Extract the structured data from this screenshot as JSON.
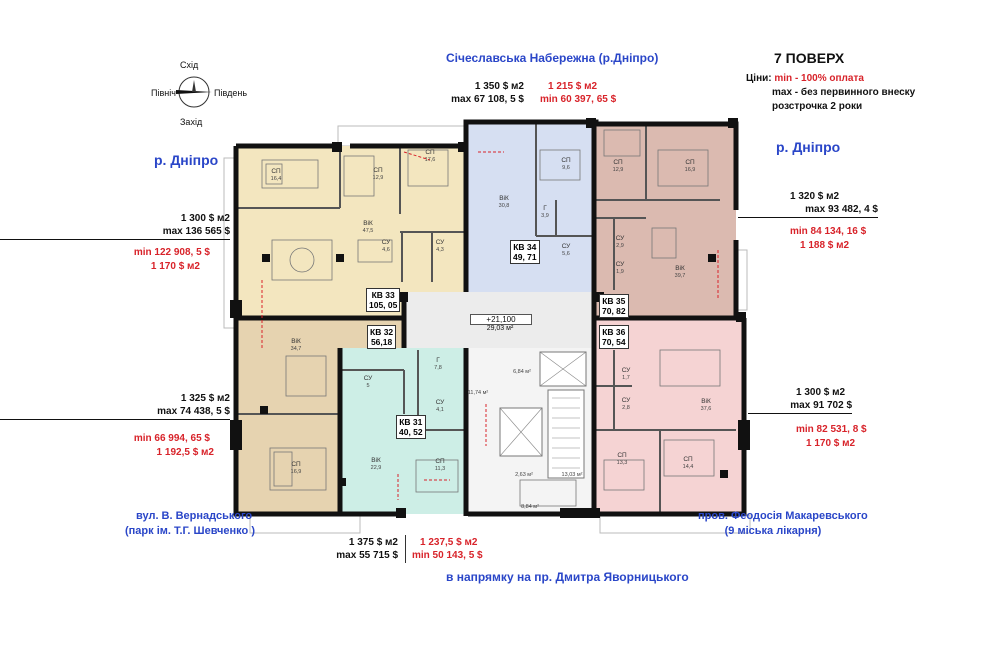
{
  "title": "7 ПОВЕРХ",
  "prices_note": {
    "label": "Ціни:",
    "min": "min - 100% оплата",
    "max_line1": "max - без первинного внеску",
    "max_line2": "розстрочка 2 роки"
  },
  "compass": {
    "north": "Північ",
    "south": "Південь",
    "east": "Схід",
    "west": "Захід"
  },
  "orientation": {
    "top": "Січеславська Набережна (р.Дніпро)",
    "left": "р. Дніпро",
    "right": "р. Дніпро",
    "bottom": "в напрямку на пр. Дмитра Яворницького",
    "bottom_left_1": "вул. В. Вернадського",
    "bottom_left_2": "(парк ім. Т.Г. Шевченко )",
    "bottom_right_1": "пров. Феодосія Макаревського",
    "bottom_right_2": "(9 міська лікарня)"
  },
  "prices": {
    "kv34": {
      "max_m2": "1 350 $ м2",
      "max_total": "max 67 108, 5 $",
      "min_m2": "1 215 $ м2",
      "min_total": "min 60 397, 65 $"
    },
    "kv33": {
      "max_m2": "1 300 $ м2",
      "max_total": "max 136 565 $",
      "min_total": "min 122 908, 5 $",
      "min_m2": "1 170 $ м2"
    },
    "kv35": {
      "max_m2": "1 320 $ м2",
      "max_total": "max 93 482, 4 $",
      "min_total": "min 84 134, 16 $",
      "min_m2": "1 188 $ м2"
    },
    "kv32": {
      "max_m2": "1 325 $ м2",
      "max_total": "max 74 438, 5 $",
      "min_total": "min 66 994, 65 $",
      "min_m2": "1 192,5 $ м2"
    },
    "kv36": {
      "max_m2": "1 300 $ м2",
      "max_total": "max 91 702 $",
      "min_total": "min 82 531, 8 $",
      "min_m2": "1 170 $ м2"
    },
    "kv31": {
      "max_m2": "1 375 $ м2",
      "max_total": "max 55 715 $",
      "min_m2": "1 237,5 $ м2",
      "min_total": "min 50 143, 5 $"
    }
  },
  "apartments": {
    "kv33": {
      "label": "КВ 33",
      "area": "105, 05"
    },
    "kv34": {
      "label": "КВ 34",
      "area": "49, 71"
    },
    "kv35": {
      "label": "КВ 35",
      "area": "70, 82"
    },
    "kv32": {
      "label": "КВ 32",
      "area": "56,18"
    },
    "kv36": {
      "label": "КВ 36",
      "area": "70, 54"
    },
    "kv31": {
      "label": "КВ 31",
      "area": "40, 52"
    }
  },
  "hall": {
    "level": "+21,100",
    "area": "29,03 м²"
  },
  "rooms": [
    {
      "name": "СП",
      "area": "16,4"
    },
    {
      "name": "СП",
      "area": "12,9"
    },
    {
      "name": "СП",
      "area": "17,6"
    },
    {
      "name": "ВіК",
      "area": "47,5"
    },
    {
      "name": "СУ",
      "area": "4,6"
    },
    {
      "name": "СУ",
      "area": "4,3"
    },
    {
      "name": "ВіК",
      "area": "30,8"
    },
    {
      "name": "СП",
      "area": "9,6"
    },
    {
      "name": "Г",
      "area": "3,9"
    },
    {
      "name": "СУ",
      "area": "5,6"
    },
    {
      "name": "СП",
      "area": "12,9"
    },
    {
      "name": "СП",
      "area": "16,9"
    },
    {
      "name": "СУ",
      "area": "2,9"
    },
    {
      "name": "СУ",
      "area": "1,9"
    },
    {
      "name": "ВіК",
      "area": "39,7"
    },
    {
      "name": "ВіК",
      "area": "34,7"
    },
    {
      "name": "СУ",
      "area": "5"
    },
    {
      "name": "СП",
      "area": "16,9"
    },
    {
      "name": "Г",
      "area": "7,8"
    },
    {
      "name": "СУ",
      "area": "4,1"
    },
    {
      "name": "ВіК",
      "area": "22,9"
    },
    {
      "name": "СП",
      "area": "11,3"
    },
    {
      "name": "СУ",
      "area": "1,7"
    },
    {
      "name": "СУ",
      "area": "2,8"
    },
    {
      "name": "ВіК",
      "area": "37,6"
    },
    {
      "name": "СП",
      "area": "13,3"
    },
    {
      "name": "СП",
      "area": "14,4"
    }
  ],
  "common": [
    {
      "area": "6,84 м²"
    },
    {
      "area": "11,74 м²"
    },
    {
      "area": "2,63 м²"
    },
    {
      "area": "13,03 м²"
    },
    {
      "area": "8,84 м²"
    }
  ],
  "colors": {
    "kv33": "#f3e6bf",
    "kv34": "#d6dff2",
    "kv35": "#dbbab0",
    "kv32": "#e6d3b0",
    "kv36": "#f5d3d3",
    "kv31": "#cdeee6",
    "price_min": "#d8232a",
    "street": "#2a46c8"
  }
}
